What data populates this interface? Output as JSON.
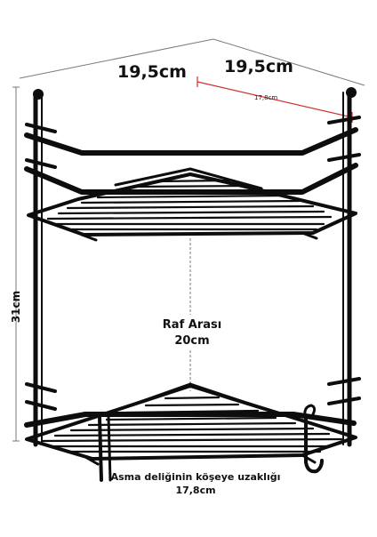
{
  "product": {
    "dimensions": {
      "width_left": "19,5cm",
      "width_right": "19,5cm",
      "hole_offset_small": "17,8cm",
      "height": "31cm",
      "shelf_gap_label": "Raf Arası",
      "shelf_gap_value": "20cm",
      "note_label": "Asma deliğinin köşeye uzaklığı",
      "note_value": "17,8cm"
    },
    "colors": {
      "frame": "#0d0d0d",
      "measure_line": "#7a7a7a",
      "accent_line": "#d0312d",
      "background": "#ffffff"
    }
  }
}
